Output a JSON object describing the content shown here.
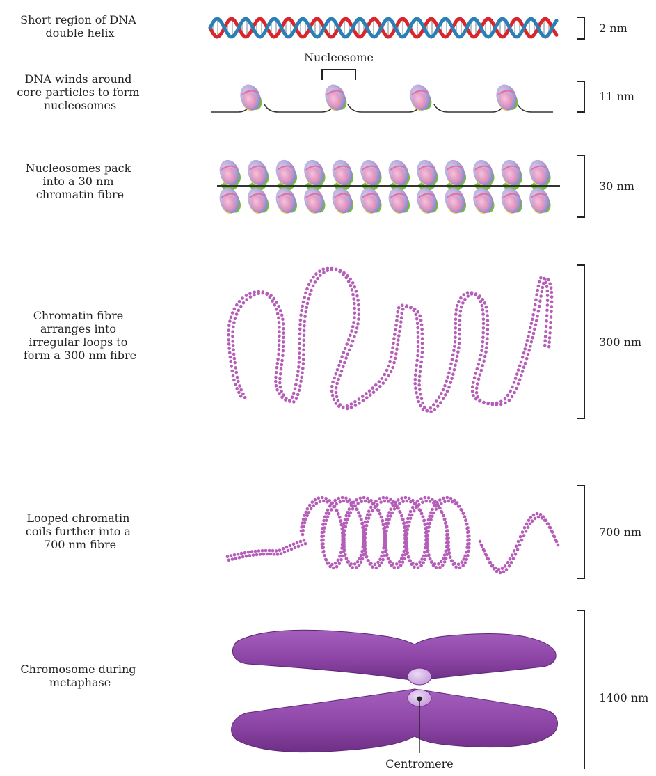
{
  "stages": [
    {
      "lines": [
        "Short region of DNA",
        "double helix"
      ],
      "scale": "2 nm"
    },
    {
      "lines": [
        "DNA winds around",
        "core particles to form",
        "nucleosomes"
      ],
      "scale": "11 nm"
    },
    {
      "lines": [
        "Nucleosomes pack",
        "into a 30 nm",
        "chromatin fibre"
      ],
      "scale": "30 nm"
    },
    {
      "lines": [
        "Chromatin fibre",
        "arranges into",
        "irregular loops to",
        "form a 300 nm fibre"
      ],
      "scale": "300 nm"
    },
    {
      "lines": [
        "Looped chromatin",
        "coils further into a",
        "700 nm fibre"
      ],
      "scale": "700 nm"
    },
    {
      "lines": [
        "Chromosome during",
        "metaphase"
      ],
      "scale": "1400 nm"
    }
  ],
  "callouts": {
    "nucleosome": "Nucleosome",
    "centromere": "Centromere"
  },
  "colors": {
    "dna_red": "#d9262d",
    "dna_blue": "#2b7fb5",
    "histone_pink": "#e39bc4",
    "histone_purple": "#b5a8d9",
    "histone_yellow": "#f2cf5a",
    "linker_green": "#6fbf3a",
    "beads": "#b55db8",
    "chromosome": "#8e46a6",
    "centromere": "#cba6dd"
  }
}
